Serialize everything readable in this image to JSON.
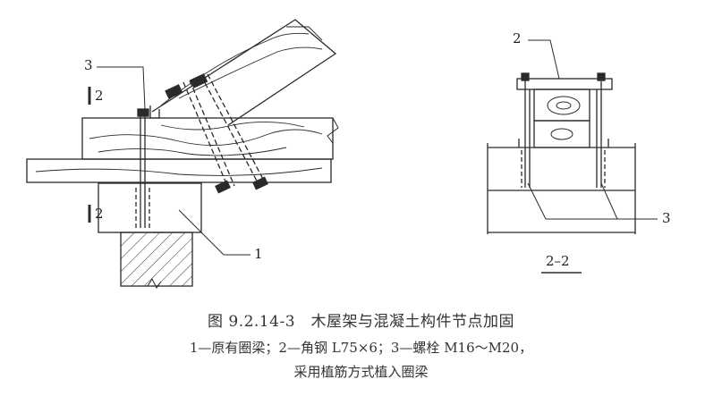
{
  "figure": {
    "title": "图 9.2.14-3　木屋架与混凝土构件节点加固",
    "legend_line1": "1—原有圈梁；2—角钢 L75×6；3—螺栓 M16～M20，",
    "legend_line2": "采用植筋方式植入圈梁"
  },
  "left_view": {
    "callout_3": "3",
    "callout_1": "1",
    "section_mark_top": "2",
    "section_mark_bottom": "2"
  },
  "right_view": {
    "callout_2": "2",
    "callout_3": "3",
    "section_title": "2–2"
  }
}
